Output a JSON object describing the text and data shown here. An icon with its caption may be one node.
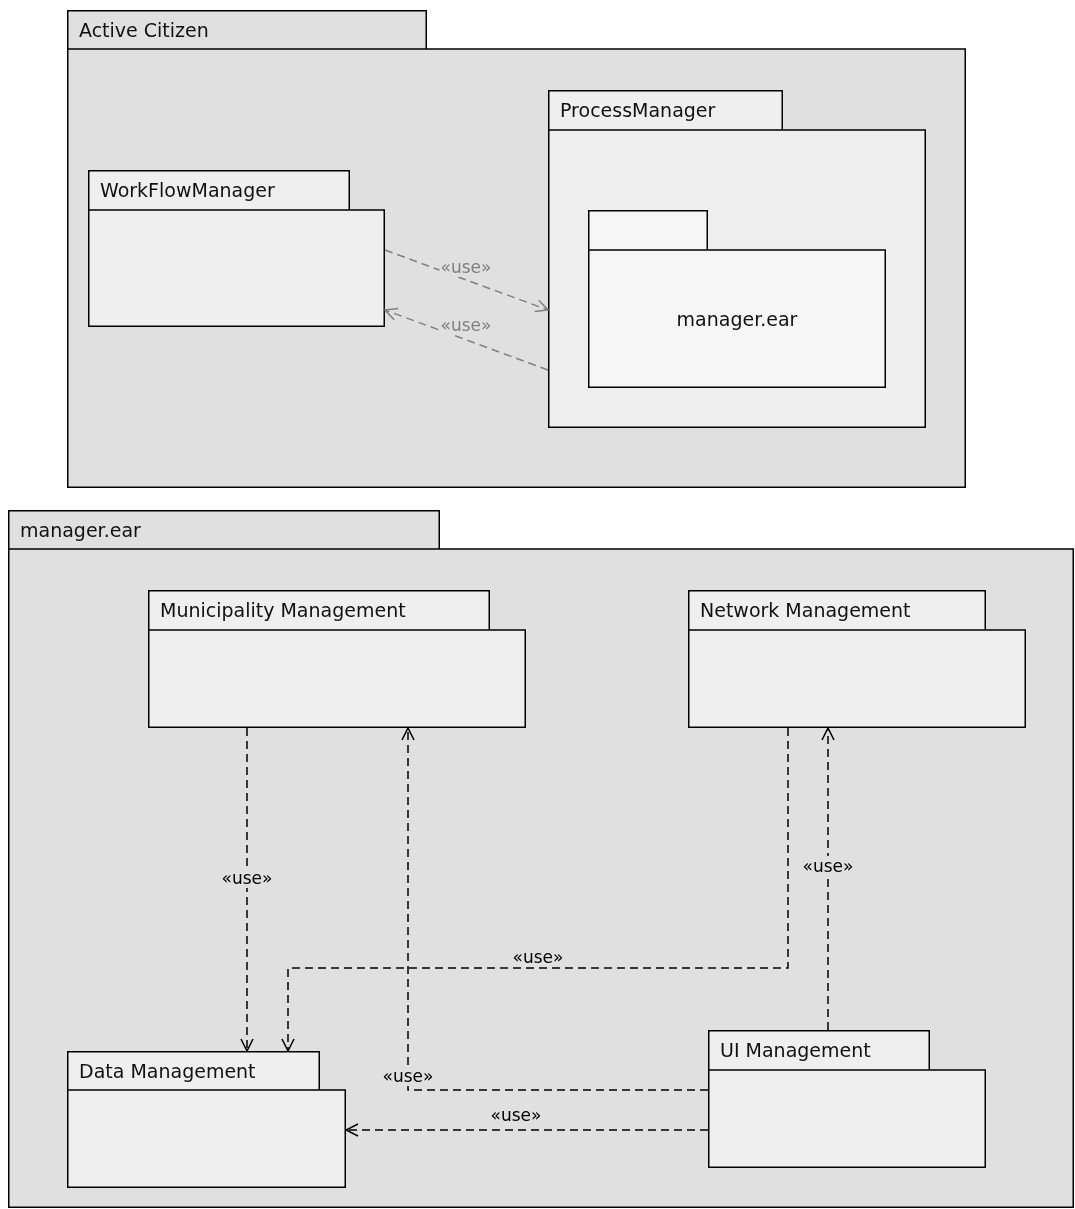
{
  "diagram": {
    "nodes": [
      {
        "text": [
          "Active Citizen"
        ]
      },
      {
        "text": [
          "WorkFlowManager"
        ],
        "in": 0
      },
      {
        "text": [
          "ProcessManager"
        ],
        "in": 0
      },
      {
        "text": [
          "manager.ear"
        ],
        "in": 2
      },
      {
        "text": [
          "manager.ear"
        ]
      },
      {
        "text": [
          "Municipality Management"
        ],
        "in": 4
      },
      {
        "text": [
          "Network Management"
        ],
        "in": 4
      },
      {
        "text": [
          "Data Management"
        ],
        "in": 4
      },
      {
        "text": [
          "UI Management"
        ],
        "in": 4
      }
    ],
    "edges": [
      {
        "from": 1,
        "to": 2,
        "arrow": "to",
        "label": "«use»",
        "style": "dashed",
        "color": "#808080"
      },
      {
        "from": 2,
        "to": 1,
        "arrow": "to",
        "label": "«use»",
        "style": "dashed",
        "color": "#808080"
      },
      {
        "from": 5,
        "to": 7,
        "arrow": "to",
        "label": "«use»",
        "style": "dashed"
      },
      {
        "from": 6,
        "to": 7,
        "arrow": "to",
        "label": "«use»",
        "style": "dashed"
      },
      {
        "from": 8,
        "to": 6,
        "arrow": "to",
        "label": "«use»",
        "style": "dashed"
      },
      {
        "from": 8,
        "to": 5,
        "arrow": "to",
        "label": "«use»",
        "style": "dashed"
      },
      {
        "from": 8,
        "to": 7,
        "arrow": "to",
        "label": "«use»",
        "style": "dashed"
      }
    ]
  }
}
